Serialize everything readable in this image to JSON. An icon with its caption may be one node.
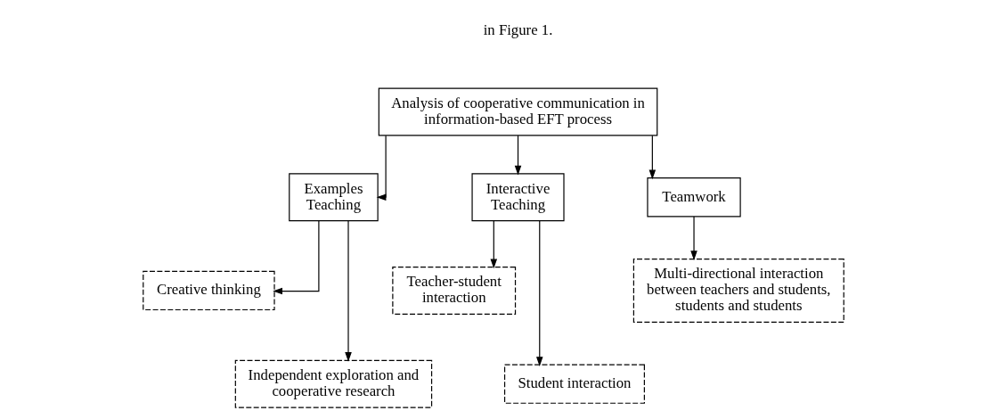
{
  "diagram": {
    "nodes": [
      {
        "text": [
          "Analysis of cooperative communication in information-based EFT process"
        ]
      },
      {
        "text": [
          "Examples Teaching"
        ]
      },
      {
        "text": [
          "Interactive Teaching"
        ]
      },
      {
        "text": [
          "Teamwork"
        ]
      },
      {
        "text": [
          "Creative thinking"
        ]
      },
      {
        "text": [
          "Independent exploration and cooperative research"
        ]
      },
      {
        "text": [
          "Teacher-student interaction"
        ]
      },
      {
        "text": [
          "Student interaction"
        ]
      },
      {
        "text": [
          "Multi-directional interaction between teachers and students, students and students"
        ]
      }
    ],
    "edges": [
      {
        "from": 0,
        "to": 1,
        "arrow": "to"
      },
      {
        "from": 0,
        "to": 2,
        "arrow": "to"
      },
      {
        "from": 0,
        "to": 3,
        "arrow": "to"
      },
      {
        "from": 1,
        "to": 4,
        "arrow": "to"
      },
      {
        "from": 1,
        "to": 5,
        "arrow": "to"
      },
      {
        "from": 2,
        "to": 6,
        "arrow": "to"
      },
      {
        "from": 2,
        "to": 7,
        "arrow": "to"
      },
      {
        "from": 3,
        "to": 8,
        "arrow": "to"
      }
    ],
    "labels": [
      "in Figure 1."
    ]
  }
}
